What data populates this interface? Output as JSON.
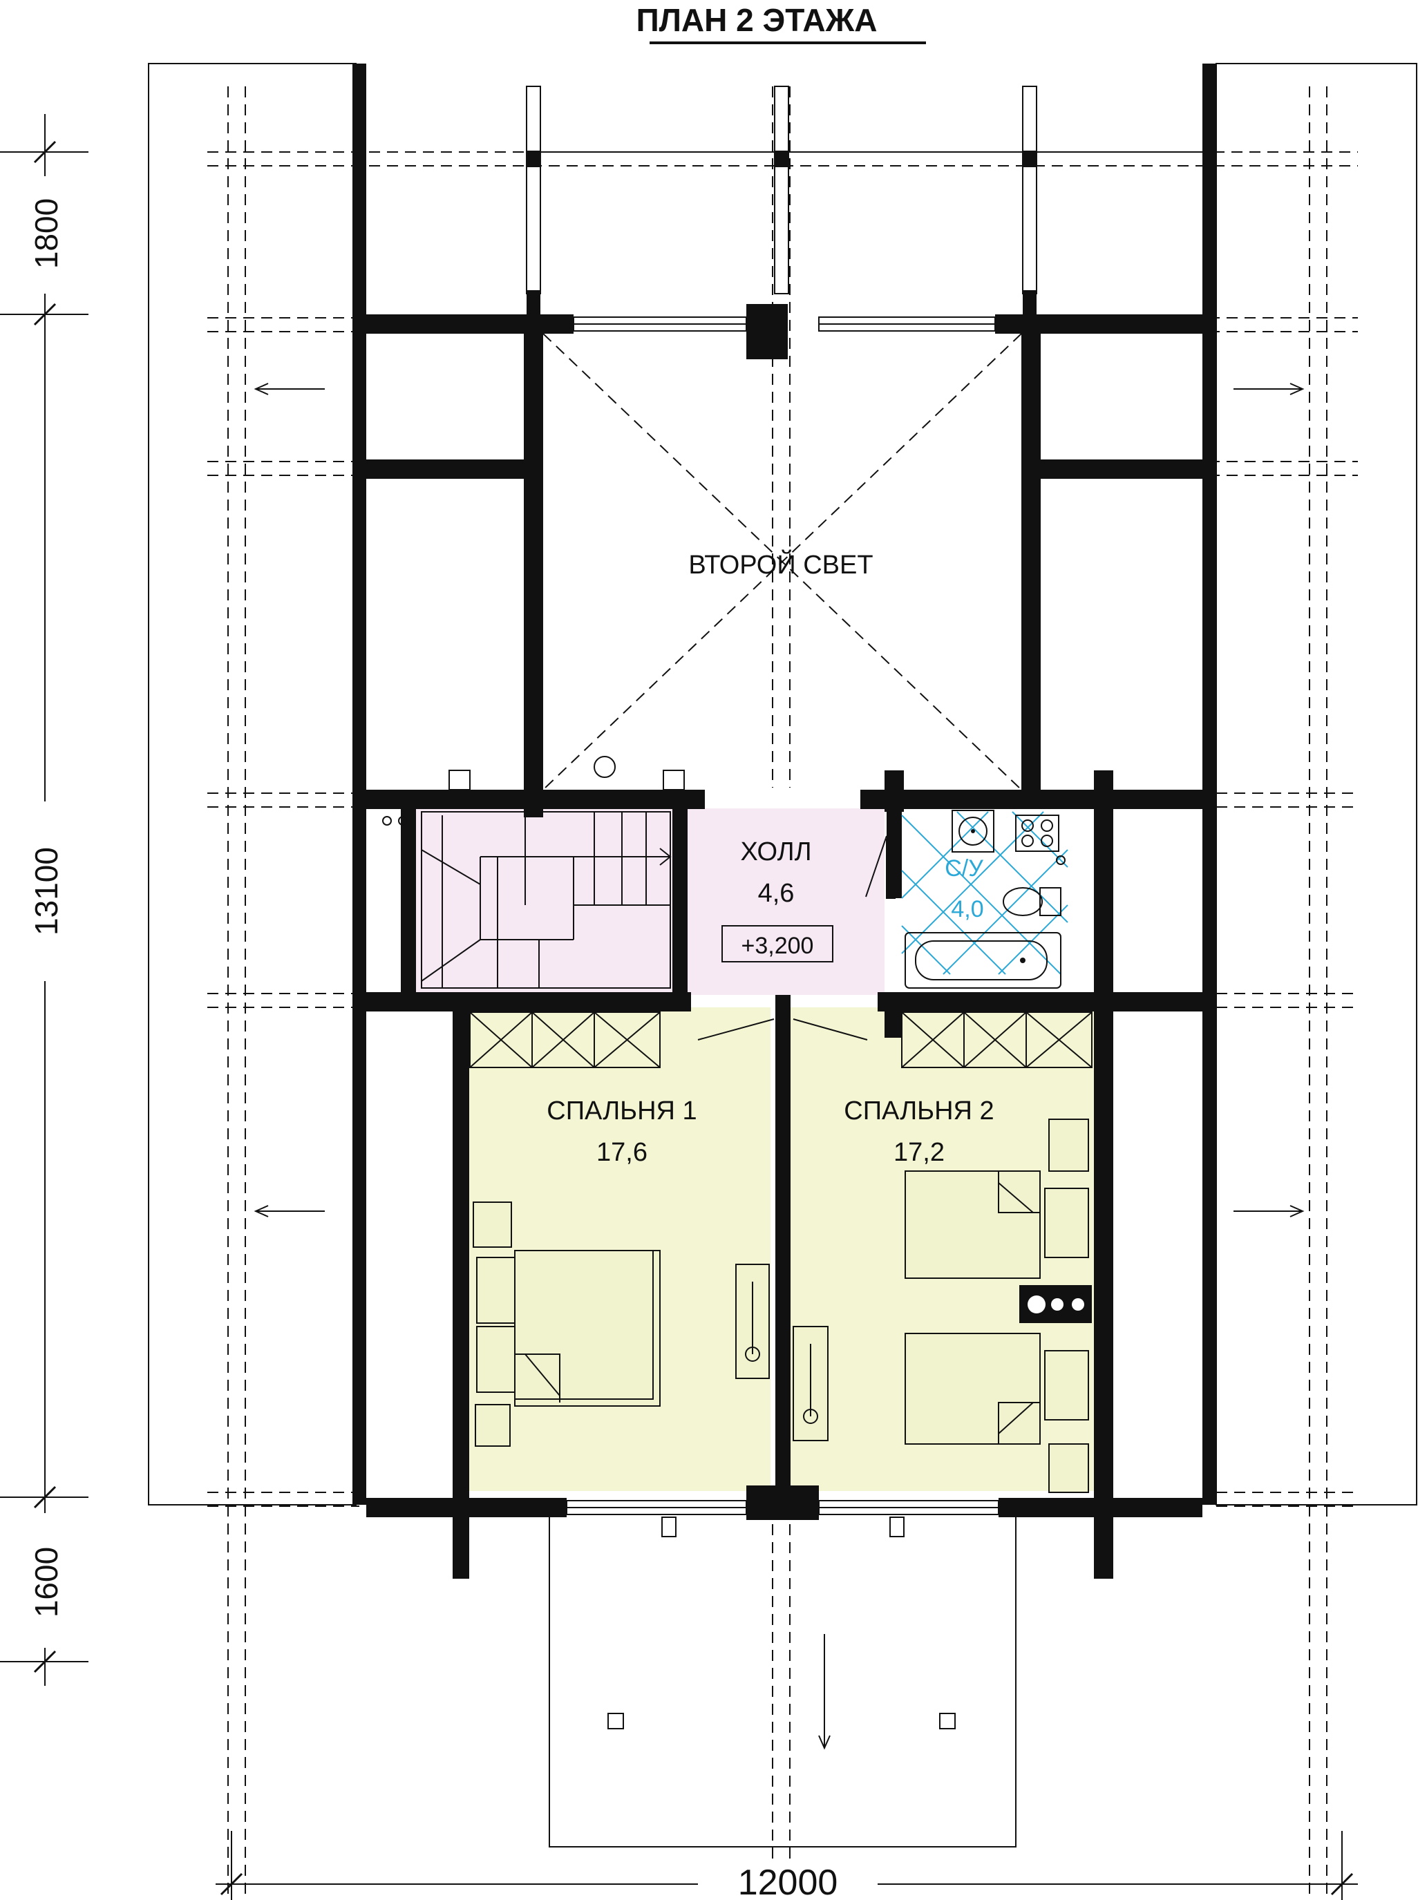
{
  "title": "ПЛАН 2 ЭТАЖА",
  "rooms": {
    "second_light": {
      "name": "ВТОРОЙ СВЕТ"
    },
    "hall": {
      "name": "ХОЛЛ",
      "area": "4,6",
      "level": "+3,200"
    },
    "bathroom": {
      "name": "С/У",
      "area": "4,0"
    },
    "bedroom1": {
      "name": "СПАЛЬНЯ 1",
      "area": "17,6"
    },
    "bedroom2": {
      "name": "СПАЛЬНЯ 2",
      "area": "17,2"
    }
  },
  "dimensions": {
    "left_top": "1800",
    "left_middle": "13100",
    "left_bottom": "1600",
    "bottom_width": "12000"
  },
  "colors": {
    "walls": "#111111",
    "hall_fill": "#f6e9f4",
    "bedroom_fill": "#f4f5d3",
    "bathroom_accent": "#2aa8d8"
  }
}
